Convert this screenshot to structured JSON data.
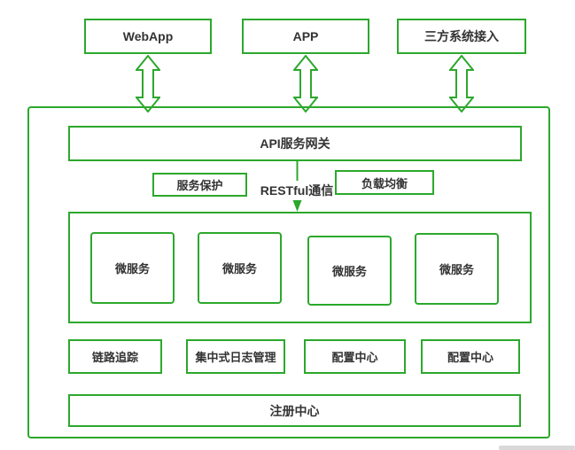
{
  "colors": {
    "green": "#2ca82c",
    "text": "#333333"
  },
  "top_nodes": [
    {
      "label": "WebApp"
    },
    {
      "label": "APP"
    },
    {
      "label": "三方系统接入"
    }
  ],
  "gateway": {
    "label": "API服务网关"
  },
  "middleware": {
    "service_protection": "服务保护",
    "communication": "RESTful通信",
    "load_balance": "负载均衡"
  },
  "microservices": [
    {
      "label": "微服务"
    },
    {
      "label": "微服务"
    },
    {
      "label": "微服务"
    },
    {
      "label": "微服务"
    }
  ],
  "support": [
    {
      "label": "链路追踪"
    },
    {
      "label": "集中式日志管理"
    },
    {
      "label": "配置中心"
    },
    {
      "label": "配置中心"
    }
  ],
  "registry": {
    "label": "注册中心"
  }
}
